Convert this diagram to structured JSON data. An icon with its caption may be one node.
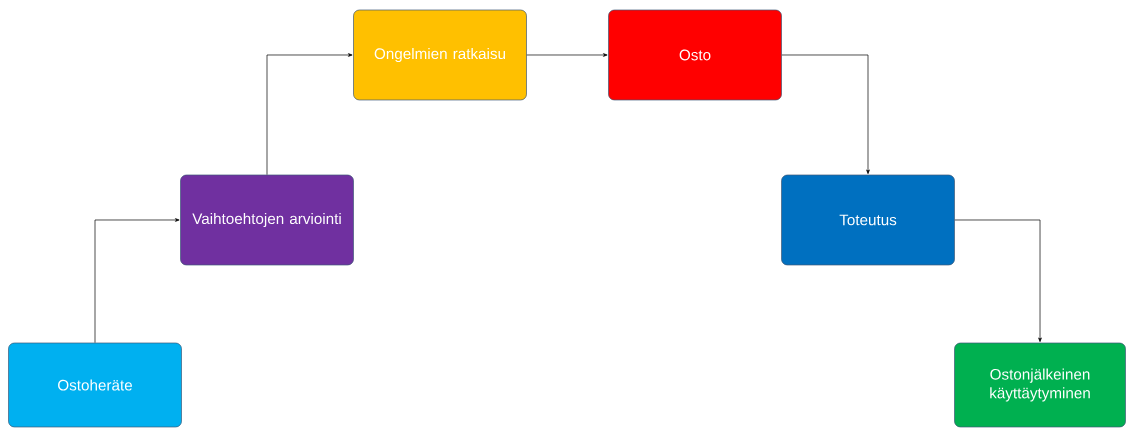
{
  "diagram": {
    "nodes": [
      {
        "text": [
          "Ostoheräte"
        ]
      },
      {
        "text": [
          "Vaihtoehtojen arviointi"
        ]
      },
      {
        "text": [
          "Ongelmien ratkaisu"
        ]
      },
      {
        "text": [
          "Osto"
        ]
      },
      {
        "text": [
          "Toteutus"
        ]
      },
      {
        "text": [
          "Ostonjälkeinen käyttäytyminen"
        ]
      }
    ],
    "edges": [
      {
        "from": 0,
        "to": 1,
        "arrow": "to"
      },
      {
        "from": 1,
        "to": 2,
        "arrow": "to"
      },
      {
        "from": 2,
        "to": 3,
        "arrow": "to"
      },
      {
        "from": 3,
        "to": 4,
        "arrow": "to"
      },
      {
        "from": 4,
        "to": 5,
        "arrow": "to"
      }
    ]
  }
}
